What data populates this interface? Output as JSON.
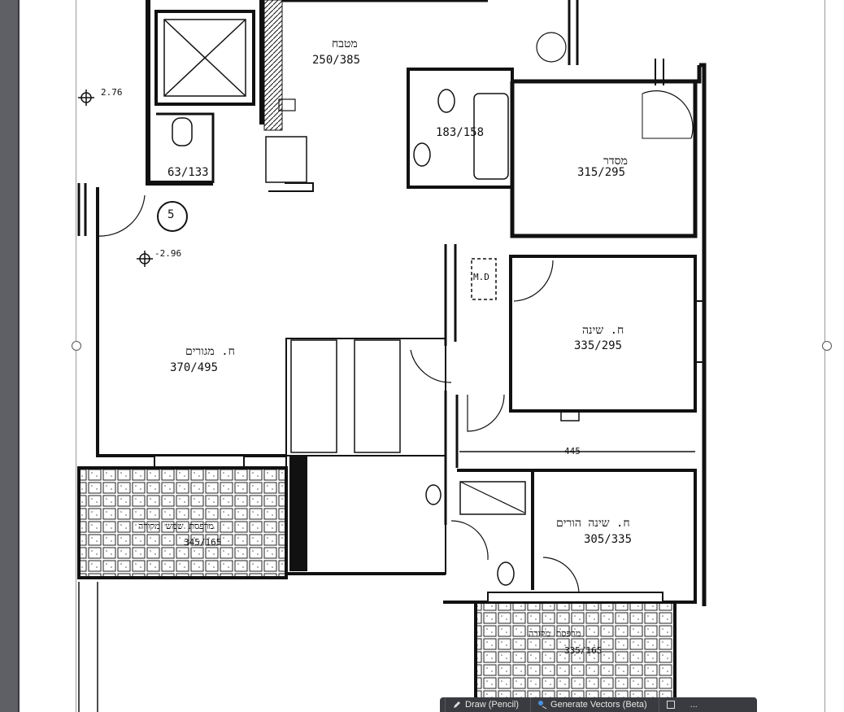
{
  "rooms": {
    "kitchen": {
      "name": "מטבח",
      "dims": "250/385"
    },
    "bathroom": {
      "dims": "183/158"
    },
    "storage": {
      "name": "מסדר",
      "dims": "315/295"
    },
    "guest_wc": {
      "dims": "63/133"
    },
    "living": {
      "name": "ח. מגורים",
      "dims": "370/495"
    },
    "bedroom": {
      "name": "ח. שינה",
      "dims": "335/295"
    },
    "master_bedroom": {
      "name": "ח. שינה הורים",
      "dims": "305/335"
    },
    "balcony_main": {
      "name": "מרפסת שמש מקורה",
      "dims": "345/165"
    },
    "balcony_service": {
      "name": "מרפסת מקורה",
      "dims": "335/165"
    }
  },
  "levels": {
    "upper": "2.76",
    "lower": "-2.96"
  },
  "markers": {
    "stair_number": "5",
    "corridor_width": "445",
    "shaft": "M.D"
  },
  "toolbar": {
    "draw_label": "Draw (Pencil)",
    "vector_label": "Generate Vectors (Beta)",
    "more_label": "..."
  },
  "colors": {
    "ink": "#111111",
    "chrome": "#3a3b40",
    "side": "#5f6066"
  }
}
